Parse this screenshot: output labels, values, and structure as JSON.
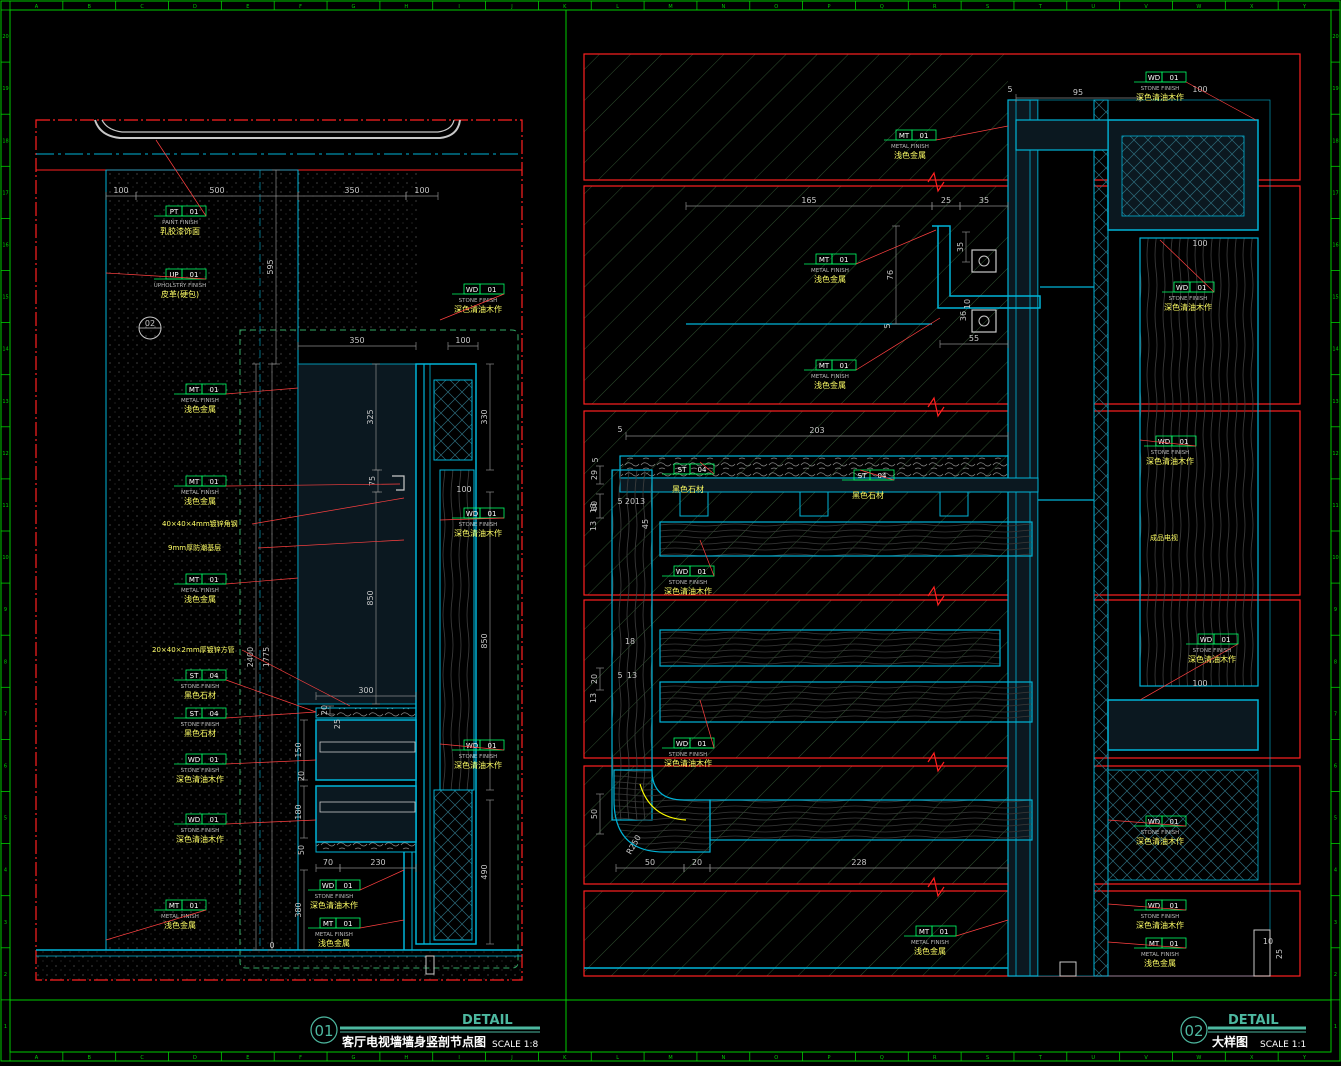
{
  "ruler": {
    "top_letters": [
      "A",
      "B",
      "C",
      "D",
      "E",
      "F",
      "G",
      "H",
      "I",
      "J",
      "K",
      "L",
      "M",
      "N",
      "O",
      "P",
      "Q",
      "R",
      "S",
      "T",
      "U",
      "V",
      "W",
      "X",
      "Y"
    ],
    "side_numbers": [
      "20",
      "19",
      "18",
      "17",
      "16",
      "15",
      "14",
      "13",
      "12",
      "11",
      "10",
      "9",
      "8",
      "7",
      "6",
      "5",
      "4",
      "3",
      "2",
      "1"
    ]
  },
  "colors": {
    "frame": "#00cc00",
    "section_line": "#ff2020",
    "structure": "#00b4d8",
    "dimension": "#c8c8c8",
    "leader": "#ff4040",
    "tag_text": "#ffff66",
    "tag_box": "#00ff66",
    "title_text": "#ffffff",
    "detail_bar": "#4db8a0",
    "hatch": "#3c5a3c",
    "dark_fill": "#0b1820",
    "yellow": "#ffff00"
  },
  "panel1": {
    "detail_word": "DETAIL",
    "circle_number": "01",
    "title": "客厅电视墙墙身竖剖节点图",
    "scale": "SCALE 1:8",
    "callout": "02",
    "dims": {
      "top_100_a": "100",
      "top_500": "500",
      "top_350": "350",
      "top_100_b": "100",
      "d595": "595",
      "d2400": "2400",
      "d1775": "1775",
      "mid_350": "350",
      "mid_100": "100",
      "d325": "325",
      "d330": "330",
      "d75": "75",
      "d100": "100",
      "d850_a": "850",
      "d850_b": "850",
      "d300": "300",
      "d20_a": "20",
      "d25": "25",
      "d150": "150",
      "d20_b": "20",
      "d180": "180",
      "d50": "50",
      "d70": "70",
      "d230": "230",
      "d380": "380",
      "d490": "490",
      "d0": "0"
    },
    "tags": [
      {
        "code": "PT",
        "num": "01",
        "en": "PAINT FINISH",
        "cn": "乳胶漆饰面"
      },
      {
        "code": "UP",
        "num": "01",
        "en": "UPHOLSTRY FINISH",
        "cn": "皮革(硬包)"
      },
      {
        "code": "WD",
        "num": "01",
        "en": "STONE FINISH",
        "cn": "深色清油木作"
      },
      {
        "code": "MT",
        "num": "01",
        "en": "METAL FINISH",
        "cn": "浅色金属"
      },
      {
        "code": "MT",
        "num": "01",
        "en": "METAL FINISH",
        "cn": "浅色金属"
      },
      {
        "code": "WD",
        "num": "01",
        "en": "STONE FINISH",
        "cn": "深色清油木作"
      },
      {
        "code": "MT",
        "num": "01",
        "en": "METAL FINISH",
        "cn": "浅色金属"
      },
      {
        "code": "ST",
        "num": "04",
        "en": "STONE FINISH",
        "cn": "黑色石材"
      },
      {
        "code": "ST",
        "num": "04",
        "en": "STONE FINISH",
        "cn": "黑色石材"
      },
      {
        "code": "WD",
        "num": "01",
        "en": "STONE FINISH",
        "cn": "深色清油木作"
      },
      {
        "code": "WD",
        "num": "01",
        "en": "STONE FINISH",
        "cn": "深色清油木作"
      },
      {
        "code": "WD",
        "num": "01",
        "en": "STONE FINISH",
        "cn": "深色清油木作"
      },
      {
        "code": "WD",
        "num": "01",
        "en": "STONE FINISH",
        "cn": "深色清油木作"
      },
      {
        "code": "MT",
        "num": "01",
        "en": "METAL FINISH",
        "cn": "浅色金属"
      },
      {
        "code": "MT",
        "num": "01",
        "en": "METAL FINISH",
        "cn": "浅色金属"
      }
    ],
    "notes": {
      "note1": "40×40×4mm镀锌角钢",
      "note2": "9mm厚防潮基层",
      "note3": "20×40×2mm厚镀锌方管"
    }
  },
  "panel2": {
    "detail_word": "DETAIL",
    "circle_number": "02",
    "title": "大样图",
    "scale": "SCALE 1:1",
    "dims": {
      "d5_a": "5",
      "d95": "95",
      "d100_a": "100",
      "d165": "165",
      "d25": "25",
      "d35_a": "35",
      "d76": "76",
      "d35_b": "35",
      "d5_b": "5",
      "d36": "36",
      "d10": "10",
      "d55": "55",
      "d100_b": "100",
      "d5_c": "5",
      "d203": "203",
      "d5_d": "5",
      "d29": "29",
      "d18": "18",
      "d13_a": "13",
      "d20_a": "20",
      "d5_e": "5",
      "d13_b": "13",
      "d45": "45",
      "d80": "80",
      "d13_c": "13",
      "d18_b": "18",
      "d20_b": "20",
      "d5_f": "5",
      "d13_d": "13",
      "d13_e": "13",
      "d100_c": "100",
      "d50_a": "50",
      "r250": "R250",
      "d50_b": "50",
      "d20_c": "20",
      "d228": "228",
      "d10_b": "10",
      "d25_b": "25"
    },
    "tags": [
      {
        "code": "WD",
        "num": "01",
        "en": "STONE FINISH",
        "cn": "深色清油木作"
      },
      {
        "code": "MT",
        "num": "01",
        "en": "METAL FINISH",
        "cn": "浅色金属"
      },
      {
        "code": "MT",
        "num": "01",
        "en": "METAL FINISH",
        "cn": "浅色金属"
      },
      {
        "code": "WD",
        "num": "01",
        "en": "STONE FINISH",
        "cn": "深色清油木作"
      },
      {
        "code": "MT",
        "num": "01",
        "en": "METAL FINISH",
        "cn": "浅色金属"
      },
      {
        "code": "ST",
        "num": "04",
        "en": "",
        "cn": "黑色石材"
      },
      {
        "code": "ST",
        "num": "04",
        "en": "",
        "cn": "黑色石材"
      },
      {
        "code": "WD",
        "num": "01",
        "en": "STONE FINISH",
        "cn": "深色清油木作"
      },
      {
        "code": "WD",
        "num": "01",
        "en": "STONE FINISH",
        "cn": "深色清油木作"
      },
      {
        "code": "WD",
        "num": "01",
        "en": "STONE FINISH",
        "cn": "深色清油木作"
      },
      {
        "code": "WD",
        "num": "01",
        "en": "STONE FINISH",
        "cn": "深色清油木作"
      },
      {
        "code": "WD",
        "num": "01",
        "en": "STONE FINISH",
        "cn": "深色清油木作"
      },
      {
        "code": "WD",
        "num": "01",
        "en": "STONE FINISH",
        "cn": "深色清油木作"
      },
      {
        "code": "MT",
        "num": "01",
        "en": "METAL FINISH",
        "cn": "浅色金属"
      },
      {
        "code": "MT",
        "num": "01",
        "en": "METAL FINISH",
        "cn": "浅色金属"
      }
    ],
    "notes": {
      "tv": "成品电视"
    }
  }
}
